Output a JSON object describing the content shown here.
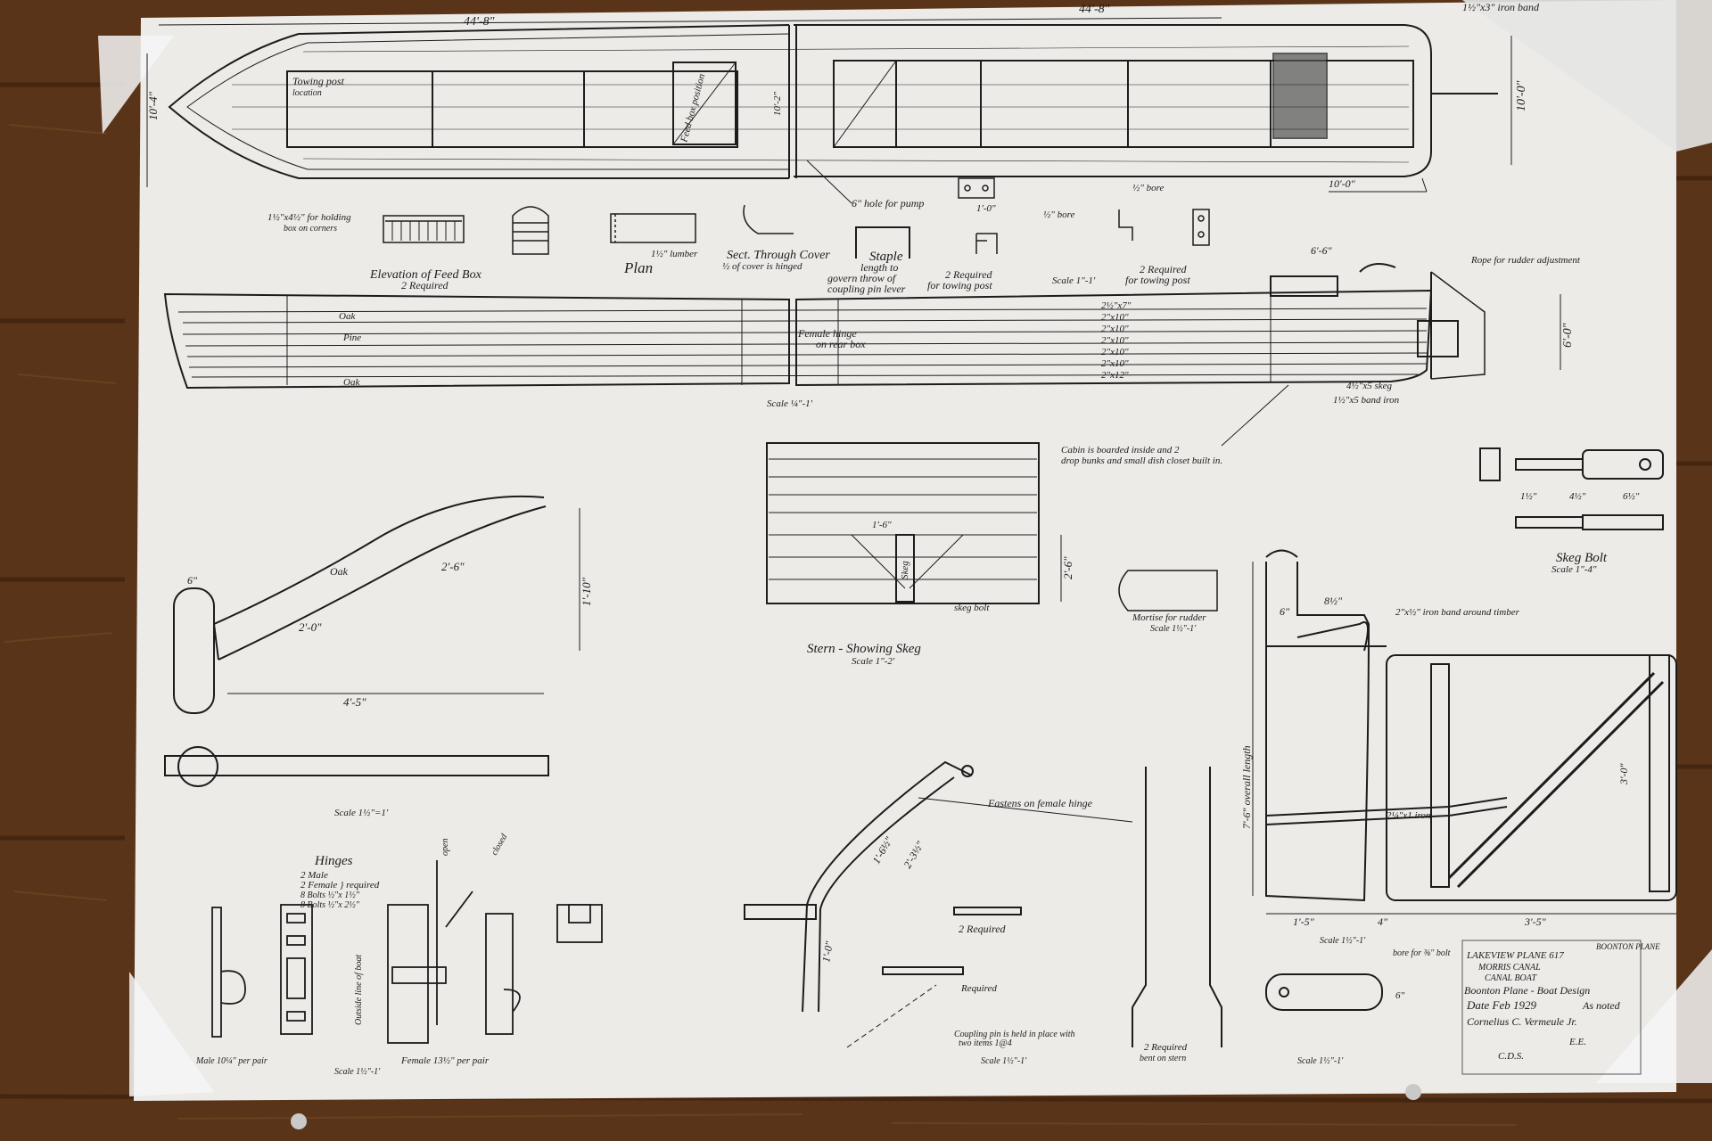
{
  "colors": {
    "wood": "#5a3418",
    "wood_dark": "#3b200d",
    "paper": "#ecebe8",
    "ink": "#1c1c1c"
  },
  "plan": {
    "length_left": "44'-8\"",
    "length_right": "44'-8\"",
    "iron_band": "1½\"x3\" iron band",
    "beam": "10'-0\"",
    "beam_left": "10'-4\"",
    "width_bottom": "10'-0\"",
    "towing_post": "Towing post",
    "towing_post_sub": "location",
    "feed_box": "Feed box position",
    "pump_hole": "6\" hole for pump",
    "plan_dim": "10'-2\""
  },
  "details": {
    "holding_box": "1½\"x4½\" for holding",
    "holding_box2": "box on corners",
    "feed_box_title": "Elevation of Feed Box",
    "feed_box_req": "2 Required",
    "plan_label": "Plan",
    "lumber": "1½\" lumber",
    "section_title": "Sect. Through Cover",
    "section_sub": "½ of cover is hinged",
    "staple_title": "Staple",
    "staple_sub1": "length to",
    "staple_sub2": "govern throw of",
    "staple_sub3": "coupling pin lever",
    "tow_req": "2 Required",
    "tow_for": "for towing post",
    "tow_req2": "2 Required",
    "tow_for2": "for towing post",
    "scale_a": "Scale 1\"-1'",
    "bore_a": "½\" bore",
    "bore_b": "½\" bore",
    "dim_a": "1'-0\""
  },
  "elevation": {
    "oak_top": "Oak",
    "pine": "Pine",
    "oak_bottom": "Oak",
    "female_hinge": "Female hinge",
    "rear_box": "on rear box",
    "planks": [
      "2½\"x7\"",
      "2\"x10\"",
      "2\"x10\"",
      "2\"x10\"",
      "2\"x10\"",
      "2\"x10\"",
      "2\"x12\""
    ],
    "cabin_dim": "6'-6\"",
    "rope": "Rope for rudder adjustment",
    "height": "6'-0\"",
    "skeg": "4½\"x5 skeg",
    "band_iron": "1½\"x5 band iron",
    "scale": "Scale ¼\"-1'",
    "cabin_note1": "Cabin is boarded inside and 2",
    "cabin_note2": "drop bunks and small dish closet built in."
  },
  "tiller": {
    "oak": "Oak",
    "len1": "2'-6\"",
    "len2": "2'-0\"",
    "rise": "1'-10\"",
    "span": "4'-5\"",
    "d6": "6\"",
    "scale": "Scale 1½\"=1'"
  },
  "stern": {
    "title": "Stern - Showing Skeg",
    "scale": "Scale 1\"-2'",
    "d16": "1'-6\"",
    "skeg_bolt": "skeg bolt",
    "h26": "2'-6\"",
    "skeg": "Skeg",
    "mortise": "Mortise for rudder",
    "mortise_scale": "Scale 1½\"-1'"
  },
  "skeg_bolt": {
    "title": "Skeg Bolt",
    "scale": "Scale 1\"-4\"",
    "d1": "1½\"",
    "d2": "4½\"",
    "d3": "6½\""
  },
  "rudder": {
    "band": "2\"x½\" iron band around timber",
    "d6": "6\"",
    "d8": "8½\"",
    "overall": "7'-6\" overall length",
    "d30": "3'-0\"",
    "d35": "3'-5\"",
    "d15": "1'-5\"",
    "d4": "4\"",
    "scale": "Scale 1½\"-1'",
    "iron": "2¼\"x1 iron"
  },
  "hinges": {
    "title": "Hinges",
    "req1": "2 Male",
    "req2": "2 Female } required",
    "req3": "8 Bolts ½\"x 1½\"",
    "req4": "8 Bolts ½\"x 2½\"",
    "male": "Male 10¼\" per pair",
    "female": "Female 13½\" per pair",
    "outside": "Outside line of boat",
    "scale": "Scale 1½\"-1'",
    "open": "open",
    "closed": "closed"
  },
  "coupling": {
    "fastens": "Fastens on female hinge",
    "req": "2 Required",
    "req2": "Required",
    "note1": "Coupling pin is held in place with",
    "note2": "two items 1@4",
    "scale": "Scale 1½\"-1'",
    "d164": "1'-6½\"",
    "d236": "2'-3½\"",
    "d10": "1'-0\""
  },
  "pins": {
    "req": "2 Required",
    "note1": "bent on stern",
    "scale": "Scale 1½\"-1'",
    "bore": "bore for ⅜\" bolt",
    "d6": "6\""
  },
  "title_block": {
    "line1": "LAKEVIEW PLANE 617",
    "line1b": "BOONTON PLANE",
    "line2": "MORRIS CANAL",
    "line3": "CANAL BOAT",
    "line4": "Boonton Plane - Boat Design",
    "date": "Date Feb 1929",
    "as": "As noted",
    "line6": "Cornelius C. Vermeule Jr.",
    "line7": "E.E.",
    "line8": "C.D.S."
  }
}
